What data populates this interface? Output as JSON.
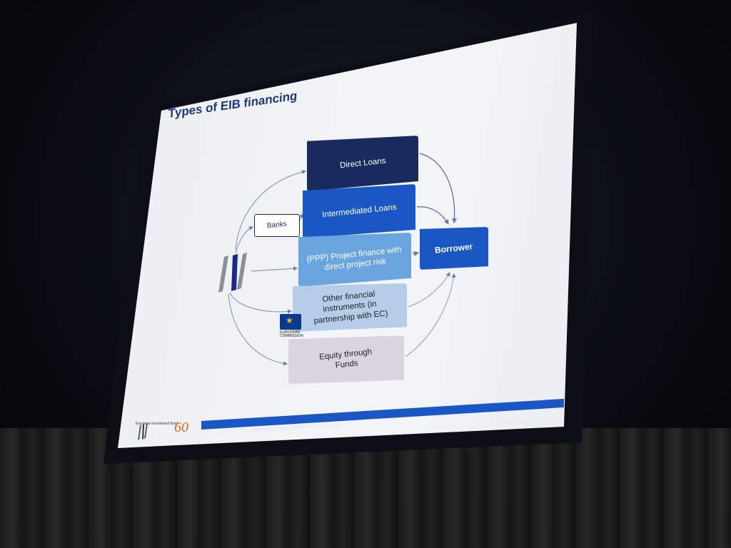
{
  "slide": {
    "title": "Types of EIB financing",
    "boxes": {
      "direct_loans": "Direct Loans",
      "intermediated_loans": "Intermediated Loans",
      "ppp": "(PPP) Project finance with direct project risk",
      "other_instruments": "Other financial instruments (in partnership with EC)",
      "equity": "Equity through Funds",
      "borrower": "Borrower",
      "banks": "Banks"
    },
    "ec_logo_text": "EUROPEAN COMMISSION",
    "footer": {
      "org": "European Investment Bank Group",
      "page": "5",
      "date": "11/09/2018",
      "logo_text": "European Investment Bank",
      "anniversary": "60"
    }
  },
  "colors": {
    "dark_navy": "#1a2a5c",
    "blue": "#1a57c4",
    "light_blue": "#6aa5e0",
    "pale_blue": "#b5cde9",
    "lavender": "#d9d4df",
    "orange": "#e06a1d"
  }
}
